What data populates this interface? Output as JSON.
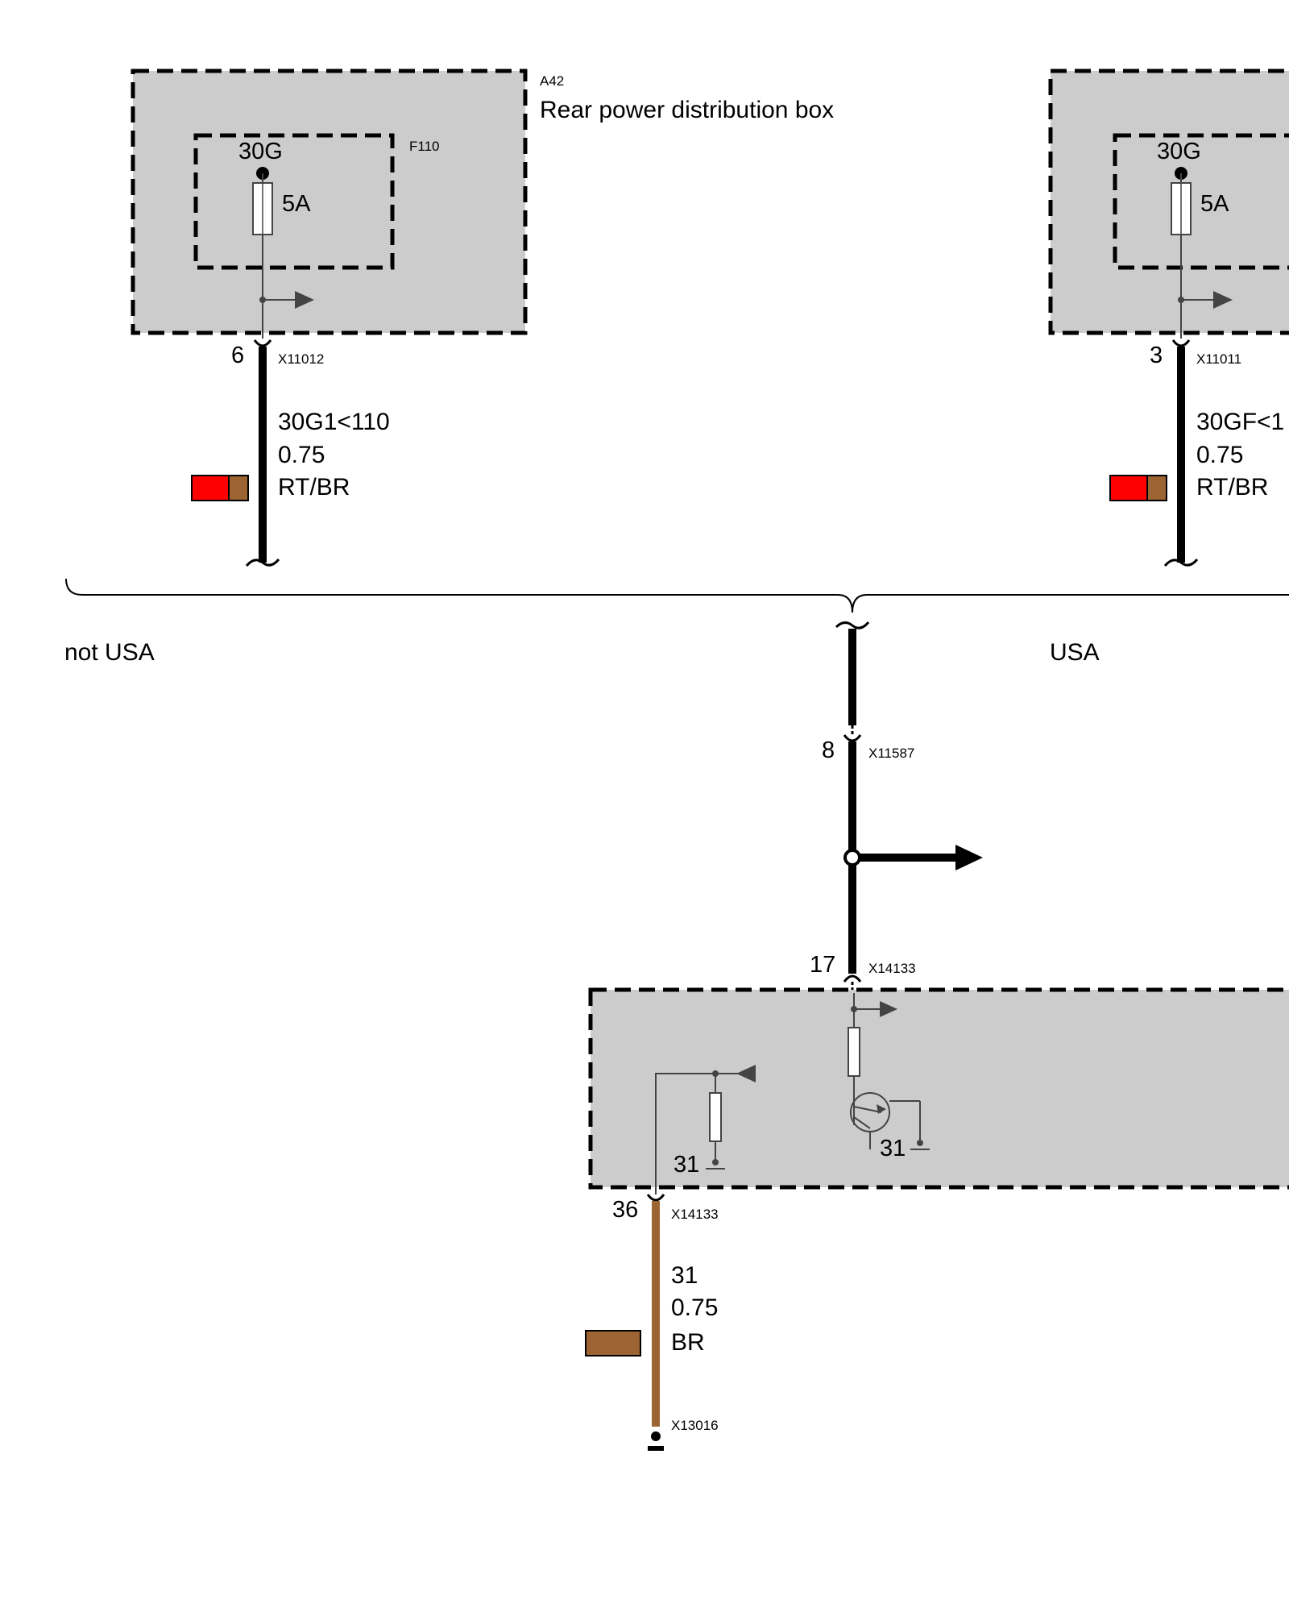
{
  "colors": {
    "module_fill": "#cccccc",
    "wire_black": "#000000",
    "wire_brown": "#9b6432",
    "swatch_red": "#ff0000",
    "swatch_brown": "#9b6432",
    "component_stroke": "#444444"
  },
  "module_left": {
    "ref": "A42",
    "name": "Rear power distribution box",
    "fuse_ref": "F110",
    "terminal": "30G",
    "fuse_rating": "5A"
  },
  "module_right": {
    "terminal": "30G",
    "fuse_rating": "5A"
  },
  "wire_left": {
    "pin": "6",
    "connector": "X11012",
    "signal": "30G1<110",
    "gauge": "0.75",
    "color_code": "RT/BR"
  },
  "wire_right": {
    "pin": "3",
    "connector": "X11011",
    "signal": "30GF<1",
    "gauge": "0.75",
    "color_code": "RT/BR"
  },
  "variants": {
    "left": "not USA",
    "right": "USA"
  },
  "wire_center": {
    "pin_upper": "8",
    "connector_upper": "X11587",
    "pin_lower": "17",
    "connector_lower": "X14133"
  },
  "module_bottom": {
    "ground_left": "31",
    "ground_right": "31"
  },
  "wire_ground": {
    "pin": "36",
    "connector": "X14133",
    "signal": "31",
    "gauge": "0.75",
    "color_code": "BR",
    "ground_connector": "X13016"
  },
  "icons": [
    "fuse-icon",
    "resistor-icon",
    "transistor-icon",
    "ground-icon",
    "arrow-icon",
    "connector-icon"
  ]
}
